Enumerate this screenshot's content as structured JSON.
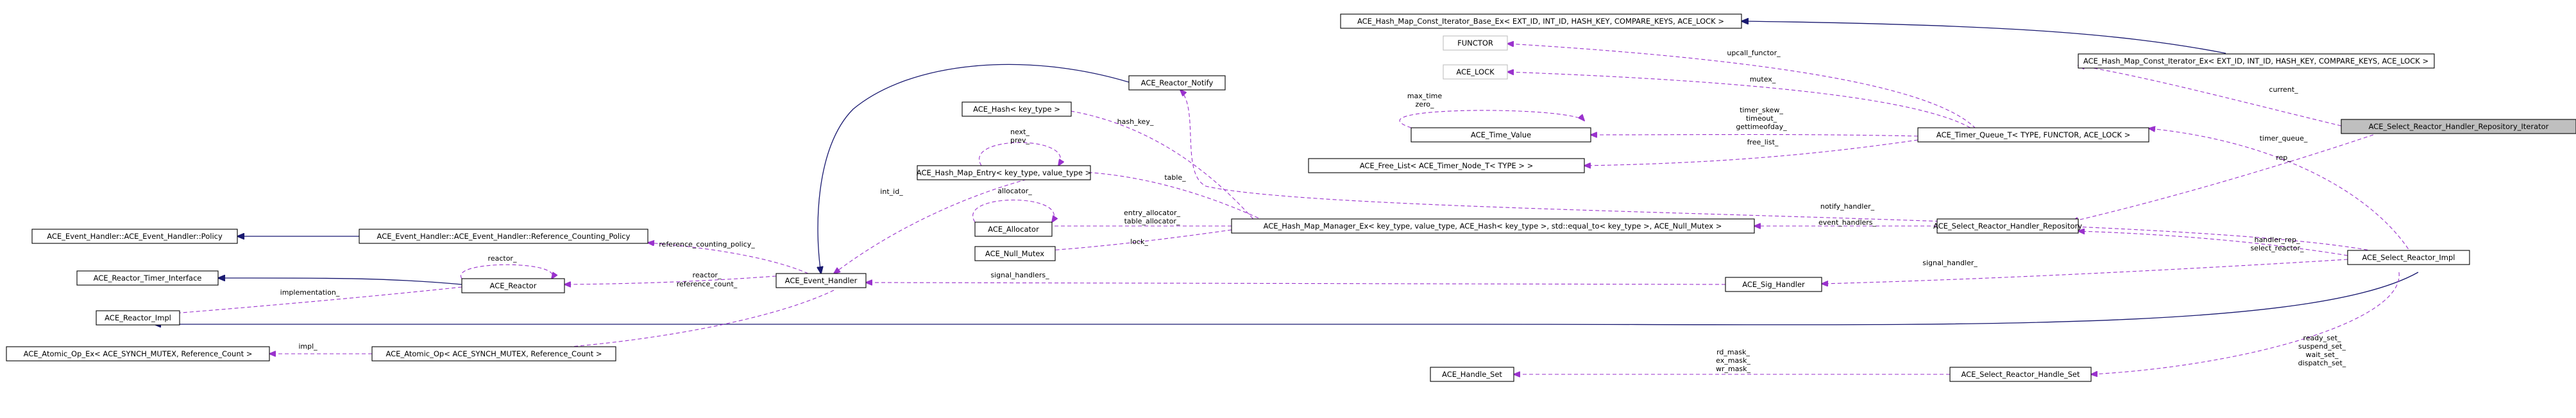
{
  "nodes": {
    "hash_map_const_iterator_base_ex": "ACE_Hash_Map_Const_Iterator_Base_Ex< EXT_ID, INT_ID, HASH_KEY, COMPARE_KEYS, ACE_LOCK >",
    "hash_map_const_iterator_ex": "ACE_Hash_Map_Const_Iterator_Ex< EXT_ID, INT_ID, HASH_KEY, COMPARE_KEYS, ACE_LOCK >",
    "functor": "FUNCTOR",
    "ace_lock": "ACE_LOCK",
    "time_value": "ACE_Time_Value",
    "free_list": "ACE_Free_List< ACE_Timer_Node_T< TYPE > >",
    "timer_queue_t": "ACE_Timer_Queue_T< TYPE, FUNCTOR, ACE_LOCK >",
    "select_reactor_handler_repository_iterator": "ACE_Select_Reactor_Handler_Repository_Iterator",
    "reactor_notify": "ACE_Reactor_Notify",
    "hash_key_type": "ACE_Hash< key_type >",
    "hash_map_entry": "ACE_Hash_Map_Entry< key_type, value_type >",
    "allocator": "ACE_Allocator",
    "null_mutex": "ACE_Null_Mutex",
    "hash_map_manager_ex": "ACE_Hash_Map_Manager_Ex< key_type, value_type, ACE_Hash< key_type >, std::equal_to< key_type >, ACE_Null_Mutex >",
    "select_reactor_handler_repository": "ACE_Select_Reactor_Handler_Repository",
    "select_reactor_impl": "ACE_Select_Reactor_Impl",
    "event_handler_policy": "ACE_Event_Handler::ACE_Event_Handler::Policy",
    "reference_counting_policy": "ACE_Event_Handler::ACE_Event_Handler::Reference_Counting_Policy",
    "reactor_timer_interface": "ACE_Reactor_Timer_Interface",
    "reactor": "ACE_Reactor",
    "reactor_impl": "ACE_Reactor_Impl",
    "event_handler": "ACE_Event_Handler",
    "sig_handler": "ACE_Sig_Handler",
    "atomic_op_ex": "ACE_Atomic_Op_Ex< ACE_SYNCH_MUTEX, Reference_Count >",
    "atomic_op": "ACE_Atomic_Op< ACE_SYNCH_MUTEX, Reference_Count >",
    "handle_set": "ACE_Handle_Set",
    "select_reactor_handle_set": "ACE_Select_Reactor_Handle_Set"
  },
  "labels": {
    "upcall_functor": "upcall_functor_",
    "mutex": "mutex_",
    "current": "current_",
    "max_time_zero": [
      "max_time",
      "zero_"
    ],
    "timer_skew_group": [
      "timer_skew_",
      "timeout_",
      "gettimeofday_"
    ],
    "free_list": "free_list_",
    "timer_queue": "timer_queue_",
    "rep": "rep_",
    "hash_key": "hash_key_",
    "next_prev": [
      "next_",
      "prev_"
    ],
    "table": "table_",
    "allocator": "allocator_",
    "entry_table_allocator": [
      "entry_allocator_",
      "table_allocator_"
    ],
    "lock": "lock_",
    "notify_handler": "notify_handler_",
    "event_handlers": "event_handlers_",
    "handler_rep_select_reactor": [
      "handler_rep_",
      "select_reactor_"
    ],
    "int_id": "int_id_",
    "reference_counting_policy": "reference_counting_policy_",
    "reactor_self": "reactor_",
    "implementation": "implementation_",
    "reactor_eh": "reactor_",
    "reference_count": "reference_count_",
    "signal_handlers": "signal_handlers_",
    "signal_handler": "signal_handler_",
    "impl": "impl_",
    "masks": [
      "rd_mask_",
      "ex_mask_",
      "wr_mask_"
    ],
    "sets": [
      "ready_set_",
      "suspend_set_",
      "wait_set_",
      "dispatch_set_"
    ]
  }
}
